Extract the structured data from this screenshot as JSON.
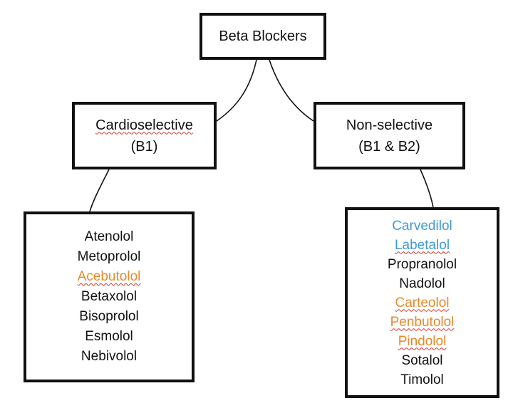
{
  "diagram": {
    "root": {
      "label": "Beta Blockers"
    },
    "branches": [
      {
        "key": "cardioselective",
        "label_line1": "Cardioselective",
        "label_line2": "(B1)",
        "drugs": [
          {
            "name": "Atenolol",
            "color": "#111111",
            "squiggle": false
          },
          {
            "name": "Metoprolol",
            "color": "#111111",
            "squiggle": false
          },
          {
            "name": "Acebutolol",
            "color": "#e8892a",
            "squiggle": true
          },
          {
            "name": "Betaxolol",
            "color": "#111111",
            "squiggle": false
          },
          {
            "name": "Bisoprolol",
            "color": "#111111",
            "squiggle": false
          },
          {
            "name": "Esmolol",
            "color": "#111111",
            "squiggle": false
          },
          {
            "name": "Nebivolol",
            "color": "#111111",
            "squiggle": false
          }
        ]
      },
      {
        "key": "nonselective",
        "label_line1": "Non-selective",
        "label_line2": "(B1 & B2)",
        "drugs": [
          {
            "name": "Carvedilol",
            "color": "#3d9ad9",
            "squiggle": false
          },
          {
            "name": "Labetalol",
            "color": "#3d9ad9",
            "squiggle": true
          },
          {
            "name": "Propranolol",
            "color": "#111111",
            "squiggle": false
          },
          {
            "name": "Nadolol",
            "color": "#111111",
            "squiggle": false
          },
          {
            "name": "Carteolol",
            "color": "#e8892a",
            "squiggle": true
          },
          {
            "name": "Penbutolol",
            "color": "#e8892a",
            "squiggle": true
          },
          {
            "name": "Pindolol",
            "color": "#e8892a",
            "squiggle": true
          },
          {
            "name": "Sotalol",
            "color": "#111111",
            "squiggle": false
          },
          {
            "name": "Timolol",
            "color": "#111111",
            "squiggle": false
          }
        ]
      }
    ]
  },
  "colors": {
    "line": "#111111",
    "orange": "#e8892a",
    "blue": "#3d9ad9",
    "spellcheck": "#d9302b"
  }
}
